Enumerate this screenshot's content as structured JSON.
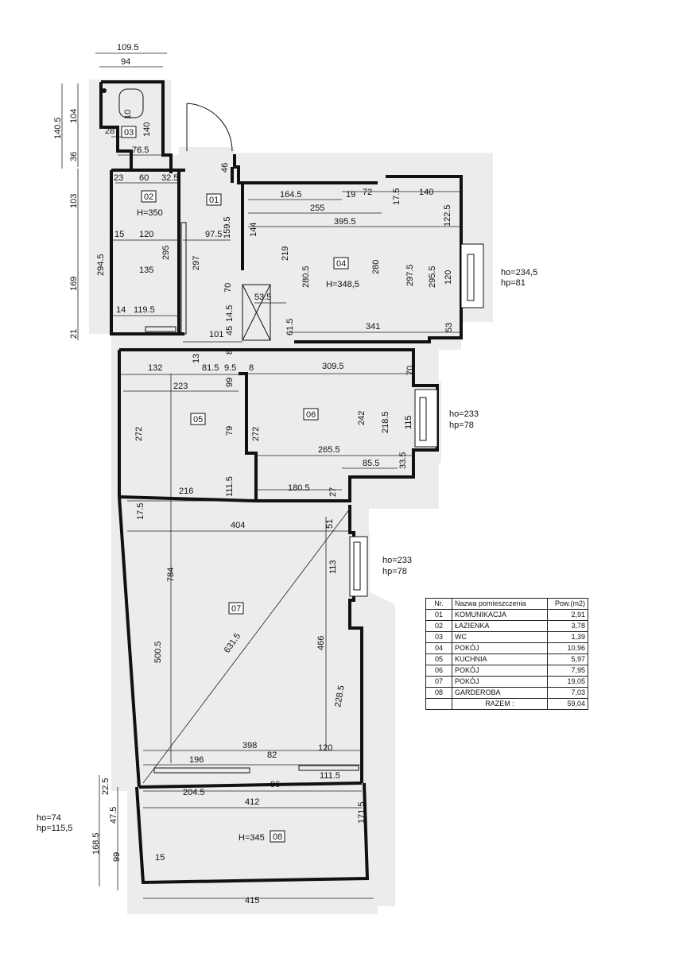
{
  "legend": {
    "headers": [
      "Nr.",
      "Nazwa pomieszczenia",
      "Pow.(m2)"
    ],
    "rows": [
      {
        "nr": "01",
        "name": "KOMUNIKACJA",
        "area": "2,91"
      },
      {
        "nr": "02",
        "name": "ŁAZIENKA",
        "area": "3,78"
      },
      {
        "nr": "03",
        "name": "WC",
        "area": "1,39"
      },
      {
        "nr": "04",
        "name": "POKÓJ",
        "area": "10,96"
      },
      {
        "nr": "05",
        "name": "KUCHNIA",
        "area": "5,97"
      },
      {
        "nr": "06",
        "name": "POKÓJ",
        "area": "7,95"
      },
      {
        "nr": "07",
        "name": "POKÓJ",
        "area": "19,05"
      },
      {
        "nr": "08",
        "name": "GARDEROBA",
        "area": "7,03"
      }
    ],
    "total_label": "RAZEM :",
    "total_value": "59,04"
  },
  "rooms": {
    "r01": "01",
    "r02": "02",
    "r03": "03",
    "r04": "04",
    "r05": "05",
    "r06": "06",
    "r07": "07",
    "r08": "08",
    "h02": "H=350",
    "h04": "H=348,5",
    "h08": "H=345"
  },
  "windows": {
    "w04_ho": "ho=234,5",
    "w04_hp": "hp=81",
    "w06_ho": "ho=233",
    "w06_hp": "hp=78",
    "w07_ho": "ho=233",
    "w07_hp": "hp=78",
    "w08_ho": "ho=74",
    "w08_hp": "hp=115,5"
  },
  "dims": {
    "d109_5": "109.5",
    "d94": "94",
    "d140_5": "140.5",
    "d104": "104",
    "d10": "10",
    "d28": "28",
    "d140": "140",
    "d36": "36",
    "d76_5": "76.5",
    "d46": "46",
    "d23": "23",
    "d60": "60",
    "d32_5": "32.5",
    "d103": "103",
    "d169": "169",
    "d21": "21",
    "d15a": "15",
    "d120a": "120",
    "d97_5": "97.5",
    "d159_5": "159.5",
    "d294_5": "294.5",
    "d295a": "295",
    "d297": "297",
    "d135": "135",
    "d14": "14",
    "d119_5": "119.5",
    "d70a": "70",
    "d14_5": "14.5",
    "d53_5": "53.5",
    "d45": "45",
    "d101": "101",
    "d8a": "8",
    "d13": "13",
    "d164_5": "164.5",
    "d255": "255",
    "d19": "19",
    "d72": "72",
    "d17_5": "17.5",
    "d140b": "140",
    "d395_5": "395.5",
    "d122_5": "122.5",
    "d144": "144",
    "d219": "219",
    "d280_5": "280.5",
    "d280": "280",
    "d297_5": "297.5",
    "d295_5": "295.5",
    "d120b": "120",
    "d61_5": "61.5",
    "d341": "341",
    "d53": "53",
    "d132": "132",
    "d81_5": "81.5",
    "d9_5": "9.5",
    "d8b": "8",
    "d309_5": "309.5",
    "d70b": "70",
    "d223": "223",
    "d99": "99",
    "d272a": "272",
    "d272b": "272",
    "d79": "79",
    "d242": "242",
    "d218_5": "218.5",
    "d115": "115",
    "d265_5": "265.5",
    "d85_5": "85.5",
    "d33_5": "33.5",
    "d111_5a": "111.5",
    "d216": "216",
    "d180_5": "180.5",
    "d27": "27",
    "d17_5b": "17.5",
    "d404": "404",
    "d51": "51",
    "d113": "113",
    "d784": "784",
    "d500_5": "500.5",
    "d631_5": "631.5",
    "d466": "466",
    "d228_5": "228.5",
    "d398": "398",
    "d196": "196",
    "d82": "82",
    "d120c": "120",
    "d22_5": "22.5",
    "d204_5": "204.5",
    "d96": "96",
    "d111_5b": "111.5",
    "d412": "412",
    "d47_5": "47.5",
    "d171_5": "171.5",
    "d168_5": "168.5",
    "d99b": "99",
    "d15b": "15",
    "d415": "415"
  }
}
